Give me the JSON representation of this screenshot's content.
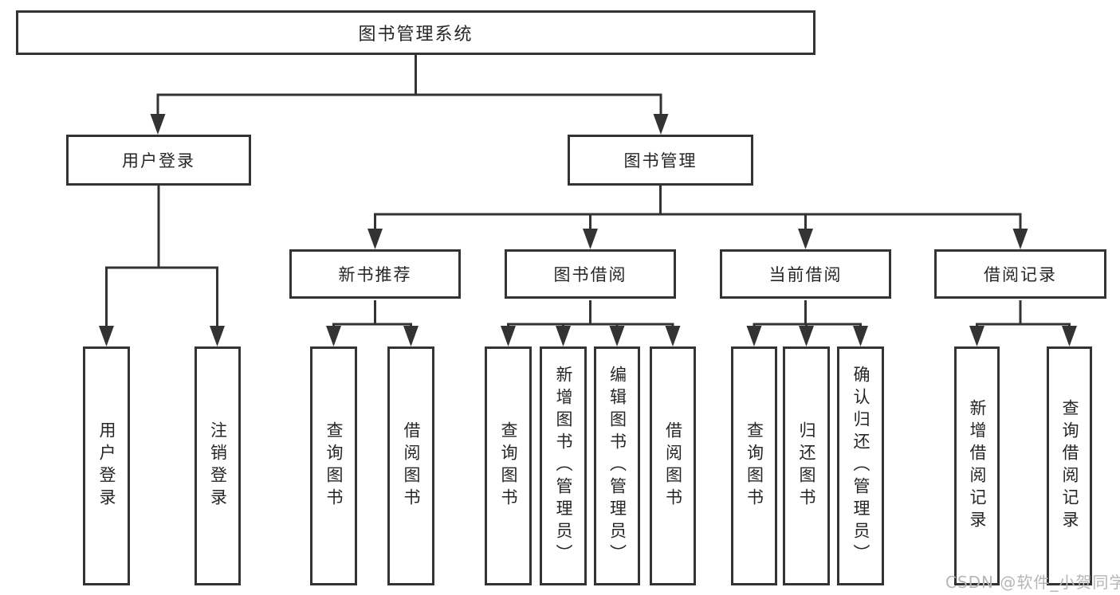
{
  "diagram": {
    "root": "图书管理系统",
    "level2": [
      "用户登录",
      "图书管理"
    ],
    "level3": [
      "新书推荐",
      "图书借阅",
      "当前借阅",
      "借阅记录"
    ],
    "leaves": {
      "login": [
        "用户登录",
        "注销登录"
      ],
      "recommend": [
        "查询图书",
        "借阅图书"
      ],
      "borrow": [
        "查询图书",
        "新增图书（管理员）",
        "编辑图书（管理员）",
        "借阅图书"
      ],
      "current": [
        "查询图书",
        "归还图书",
        "确认归还（管理员）"
      ],
      "records": [
        "新增借阅记录",
        "查询借阅记录"
      ]
    },
    "watermark": "CSDN @软件_小贺同学",
    "colors": {
      "line": "#333333",
      "text": "#262626",
      "background": "#ffffff",
      "watermark": "#b6b6b6"
    }
  }
}
